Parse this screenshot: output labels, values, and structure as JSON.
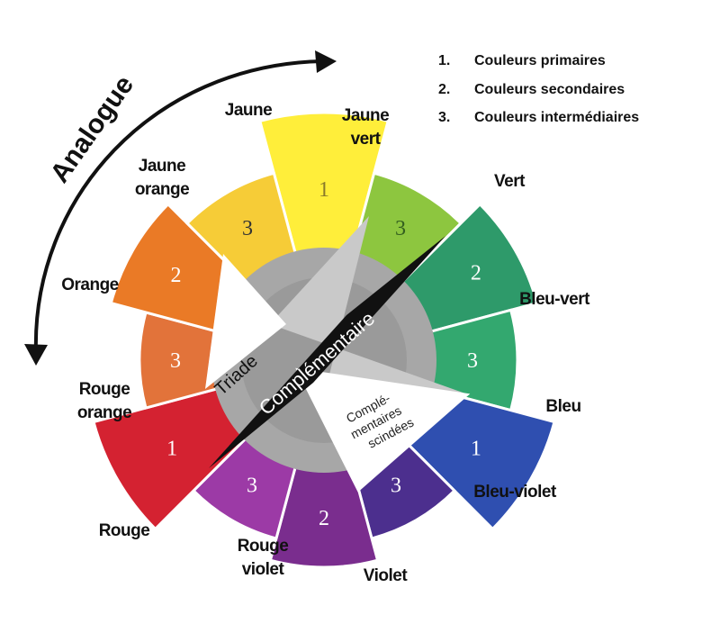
{
  "legend": [
    {
      "number": "1.",
      "text": "Couleurs primaires"
    },
    {
      "number": "2.",
      "text": "Couleurs secondaires"
    },
    {
      "number": "3.",
      "text": "Couleurs intermédiaires"
    }
  ],
  "arc_label": "Analogue",
  "segments": [
    {
      "id": "jaune",
      "label_lines": [
        "Jaune"
      ],
      "number": "1",
      "color": "#ffee3a"
    },
    {
      "id": "jaune-vert",
      "label_lines": [
        "Jaune",
        "vert"
      ],
      "number": "3",
      "color": "#8dc63f"
    },
    {
      "id": "vert",
      "label_lines": [
        "Vert"
      ],
      "number": "2",
      "color": "#2e9a6a"
    },
    {
      "id": "bleu-vert",
      "label_lines": [
        "Bleu-vert"
      ],
      "number": "3",
      "color": "#33a86f"
    },
    {
      "id": "bleu",
      "label_lines": [
        "Bleu"
      ],
      "number": "1",
      "color": "#2f4fb0"
    },
    {
      "id": "bleu-violet",
      "label_lines": [
        "Bleu-violet"
      ],
      "number": "3",
      "color": "#4c2f8e"
    },
    {
      "id": "violet",
      "label_lines": [
        "Violet"
      ],
      "number": "2",
      "color": "#7a2d8e"
    },
    {
      "id": "rouge-violet",
      "label_lines": [
        "Rouge",
        "violet"
      ],
      "number": "3",
      "color": "#9c3aa6"
    },
    {
      "id": "rouge",
      "label_lines": [
        "Rouge"
      ],
      "number": "1",
      "color": "#d42231"
    },
    {
      "id": "rouge-orange",
      "label_lines": [
        "Rouge",
        "orange"
      ],
      "number": "3",
      "color": "#e2733a"
    },
    {
      "id": "orange",
      "label_lines": [
        "Orange"
      ],
      "number": "2",
      "color": "#ea7a26"
    },
    {
      "id": "jaune-orange",
      "label_lines": [
        "Jaune",
        "orange"
      ],
      "number": "3",
      "color": "#f6cc37"
    }
  ],
  "schemes": {
    "triade": "Triade",
    "complementaire": "Complémentaire",
    "split_lines": [
      "Complé-",
      "mentaires",
      "scindées"
    ]
  }
}
